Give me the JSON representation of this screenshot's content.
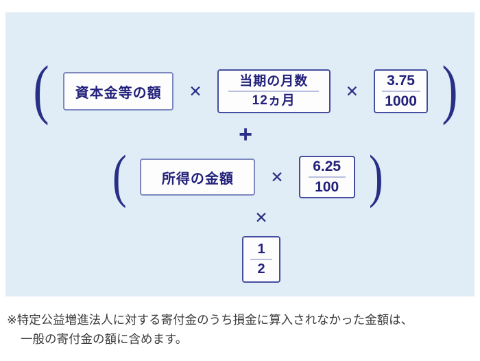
{
  "panel": {
    "background_color": "#e0edf6"
  },
  "colors": {
    "ink": "#22207a",
    "operator": "#2a2f86",
    "label_box_border": "#7d88c0",
    "fraction_box_border": "#454e9e",
    "fraction_rule": "#b8bedd",
    "footnote_text": "#3b3b3b"
  },
  "formula": {
    "row1": {
      "open_paren": "(",
      "close_paren": ")",
      "term_label": "資本金等の額",
      "operator_1": "✕",
      "fraction_months": {
        "numerator": "当期の月数",
        "denominator": "12ヵ月"
      },
      "operator_2": "✕",
      "fraction_rate": {
        "numerator": "3.75",
        "denominator": "1000"
      }
    },
    "plus_operator": "+",
    "row2": {
      "open_paren": "(",
      "close_paren": ")",
      "term_label": "所得の金額",
      "operator_1": "✕",
      "fraction_rate": {
        "numerator": "6.25",
        "denominator": "100"
      }
    },
    "times_operator": "✕",
    "fraction_half": {
      "numerator": "1",
      "denominator": "2"
    }
  },
  "footnote": {
    "line1": "※特定公益増進法人に対する寄付金のうち損金に算入されなかった金額は、",
    "line2": "一般の寄付金の額に含めます。"
  }
}
